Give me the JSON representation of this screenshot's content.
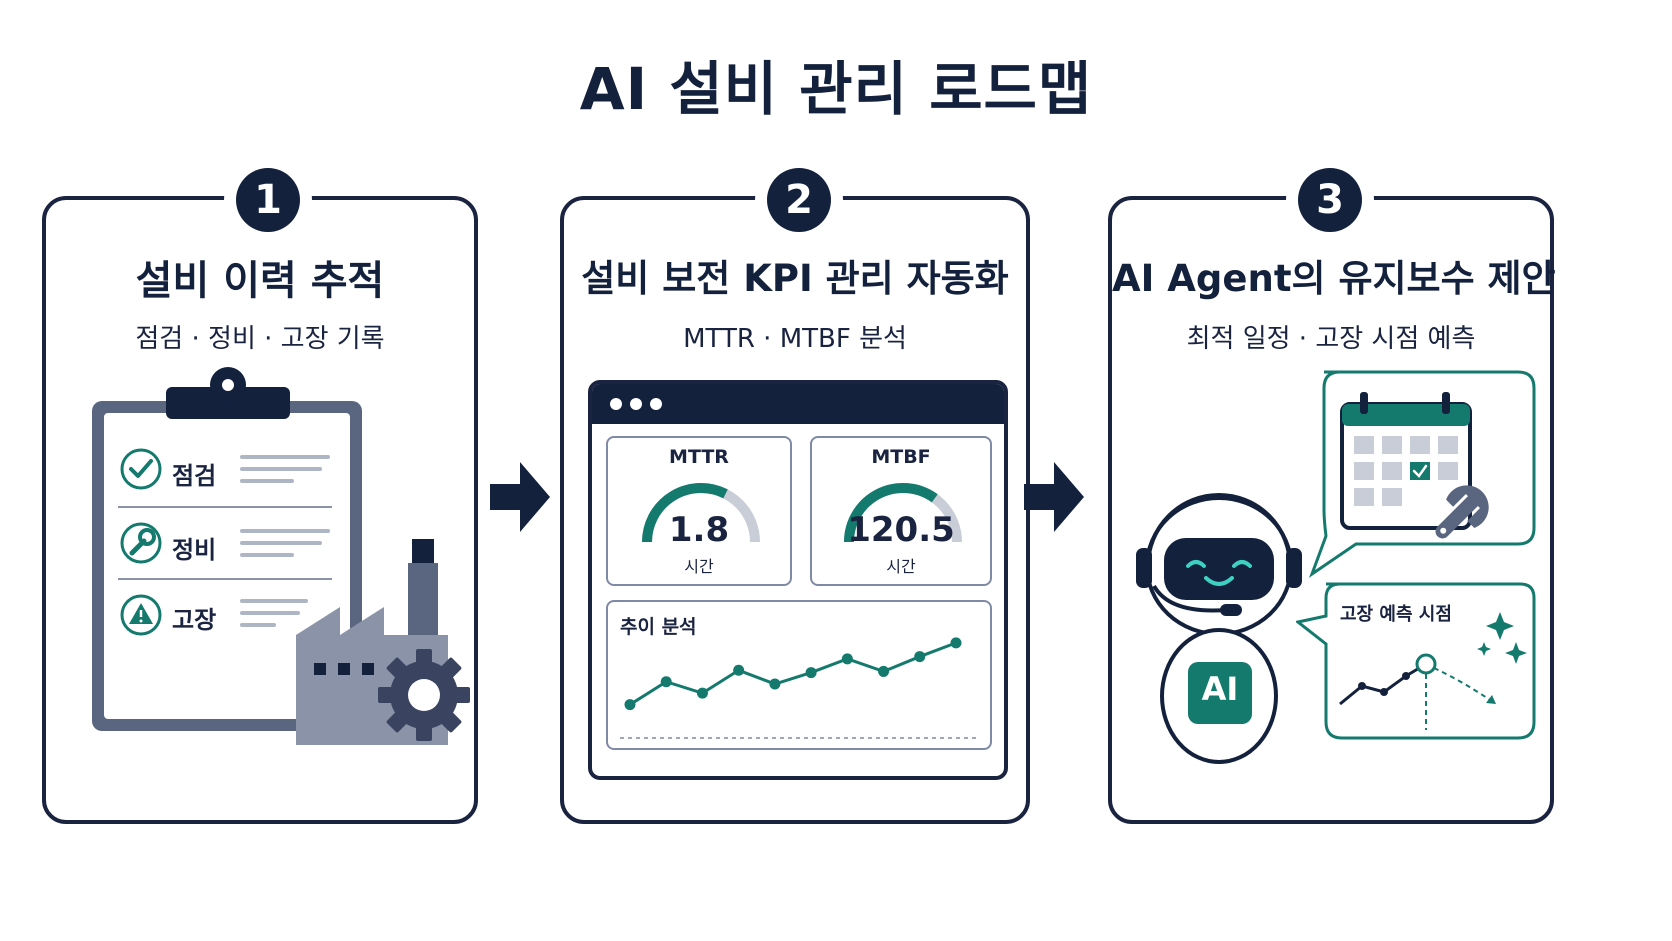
{
  "title": "AI 설비 관리 로드맵",
  "colors": {
    "navy": "#14213d",
    "teal": "#147a6e",
    "gray": "#8a93a8",
    "light_gray": "#c8cdd8"
  },
  "steps": [
    {
      "number": "1",
      "title": "설비 이력 추적",
      "subtitle": "점검 · 정비 · 고장 기록",
      "checklist": [
        {
          "icon": "check-circle-icon",
          "label": "점검"
        },
        {
          "icon": "wrench-circle-icon",
          "label": "정비"
        },
        {
          "icon": "warning-triangle-icon",
          "label": "고장"
        }
      ]
    },
    {
      "number": "2",
      "title": "설비 보전 KPI 관리 자동화",
      "subtitle": "MTTR · MTBF 분석",
      "gauges": [
        {
          "label": "MTTR",
          "value": "1.8",
          "unit": "시간",
          "fill": 0.65
        },
        {
          "label": "MTBF",
          "value": "120.5",
          "unit": "시간",
          "fill": 0.7
        }
      ],
      "trend": {
        "label": "추이 분석",
        "values": [
          1,
          3,
          2,
          4,
          2.8,
          3.8,
          5,
          3.9,
          5.2,
          6.4
        ]
      }
    },
    {
      "number": "3",
      "title": "AI Agent의 유지보수 제안",
      "subtitle": "최적 일정 · 고장 시점 예측",
      "robot_badge": "AI",
      "prediction_label": "고장 예측 시점"
    }
  ]
}
